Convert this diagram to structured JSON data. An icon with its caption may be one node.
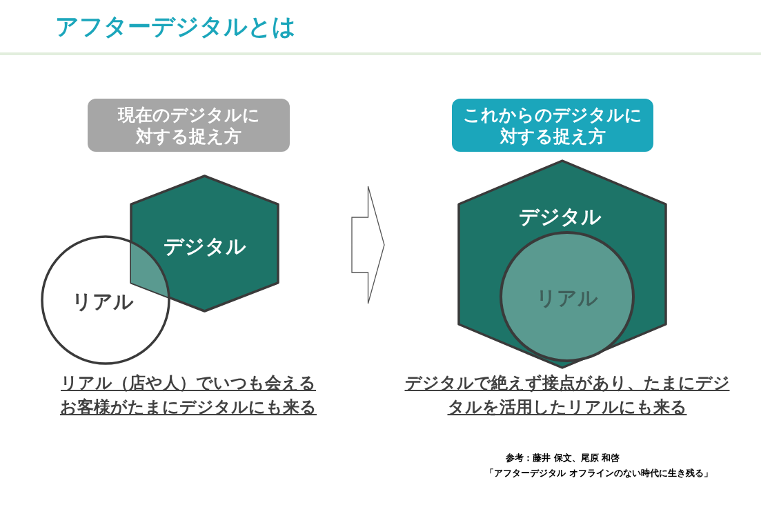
{
  "diagram": {
    "title": "アフターデジタルとは",
    "nodes": [
      {
        "text": [
          "現在のデジタルに対する捉え方"
        ]
      },
      {
        "text": [
          "デジタル"
        ]
      },
      {
        "text": [
          "リアル"
        ]
      },
      {
        "text": [
          "これからのデジタルに対する捉え方"
        ]
      },
      {
        "text": [
          "デジタル"
        ]
      },
      {
        "text": [
          "リアル"
        ],
        "in": 4
      }
    ],
    "edges": [
      {
        "from": 1,
        "to": 4,
        "arrow": "to"
      }
    ],
    "labels": [
      "リアル（店や人）でいつも会えるお客様がたまにデジタルにも来る",
      "デジタルで絶えず接点があり、たまにデジタルを活用したリアルにも来る",
      "参考：藤井 保文、尾原 和啓",
      "「アフターデジタル オフラインのない時代に生き残る」"
    ]
  }
}
